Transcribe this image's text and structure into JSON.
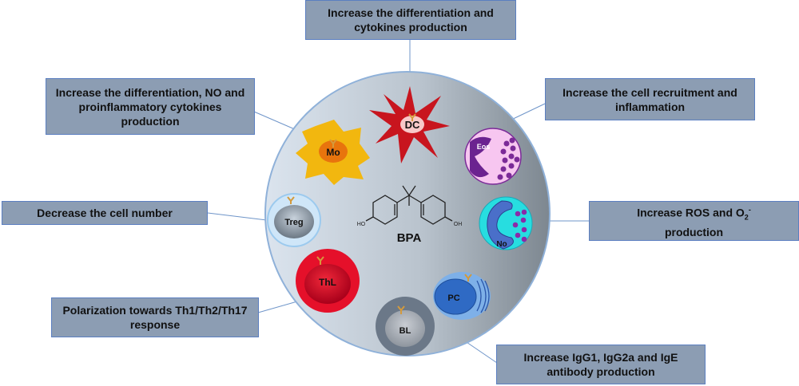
{
  "center": {
    "compound": "BPA",
    "groups": {
      "left": "HO",
      "right": "OH"
    }
  },
  "cells": {
    "dc": "DC",
    "mo": "Mo",
    "eos": "Eos",
    "treg": "Treg",
    "no": "No",
    "thl": "ThL",
    "pc": "PC",
    "bl": "BL"
  },
  "boxes": {
    "dc": "Increase the differentiation and cytokines production",
    "mo": "Increase the differentiation, NO and proinflammatory cytokines production",
    "eos": "Increase the cell recruitment and inflammation",
    "treg": "Decrease the cell number",
    "no_prefix": "Increase ROS and O",
    "no_sub": "2",
    "no_sup": "-",
    "no_suffix": "production",
    "thl": "Polarization towards Th1/Th2/Th17 response",
    "pc": "Increase IgG1, IgG2a and IgE antibody production"
  },
  "colors": {
    "box_fill": "#8c9db3",
    "box_border": "#5b7fc1",
    "connector": "#6f95c9"
  }
}
